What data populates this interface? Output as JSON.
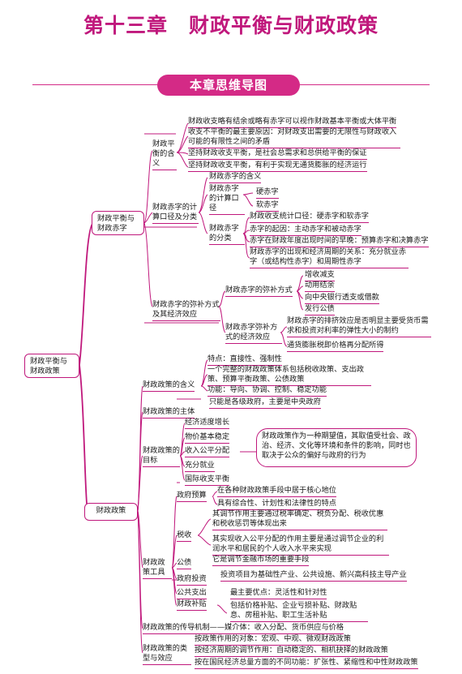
{
  "header": {
    "chapter_title": "第十三章　财政平衡与财政政策",
    "banner": "本章思维导图"
  },
  "root": "财政平衡与财政政策",
  "branch1": {
    "label": "财政平衡与财政赤字",
    "sec_def": {
      "label": "财政平衡的含义",
      "items": [
        "财政收支略有结余或略有赤字可以视作财政基本平衡或大体平衡",
        "收支不平衡的最主要原因：对财政支出需要的无限性与财政收入可能的有限性之间的矛盾",
        "坚持财政收支平衡，是社会总需求和总供给平衡的保证",
        "坚持财政收支平衡，有利于实现无通货膨胀的经济运行"
      ]
    },
    "sec_deficit": {
      "label": "财政赤字的计算口径及分类",
      "meaning": "财政赤字的含义",
      "caliber_label": "财政赤字的计算口径",
      "caliber_items": [
        "硬赤字",
        "软赤字"
      ],
      "class_label": "财政赤字的分类",
      "class_items": [
        "财政收支统计口径：硬赤字和软赤字",
        "赤字的起因：主动赤字和被动赤字",
        "赤字在财政年度出现时间的早晚：预算赤字和决算赤字",
        "财政赤字的出现和经济周期的关系：充分就业赤字（或结构性赤字）和周期性赤字"
      ]
    },
    "sec_make_up": {
      "label": "财政赤字的弥补方式及其经济效应",
      "ways_label": "财政赤字的弥补方式",
      "ways": [
        "增收减支",
        "动用结余",
        "向中央银行透支或借款",
        "发行公债"
      ],
      "effect_label": "财政赤字弥补方式的经济效应",
      "effects": [
        "财政赤字的排挤效应是否明显主要受货币需求和投资对利率的弹性大小的制约",
        "通货膨胀税即价格再分配所得"
      ]
    }
  },
  "branch2": {
    "label": "财政政策",
    "meaning": {
      "label": "财政政策的含义",
      "items": [
        "特点：直接性、强制性",
        "一个完整的财政政策体系包括税收政策、支出政策、预算平衡政策、公债政策",
        "功能：导向、协调、控制、稳定功能"
      ]
    },
    "subject": {
      "label": "财政政策的主体",
      "text": "只能是各级政府，主要是中央政府"
    },
    "goals": {
      "label": "财政政策的目标",
      "items": [
        "经济适度增长",
        "物价基本稳定",
        "收入公平分配",
        "充分就业",
        "国际收支平衡"
      ],
      "note": "财政政策作为一种期望值，其取值受社会、政治、经济、文化等环境和条件的影响，同时也取决于公众的偏好与政府的行为"
    },
    "tools": {
      "label": "财政政策工具",
      "budget": {
        "label": "政府预算",
        "items": [
          "在各种财政政策手段中居于核心地位",
          "具有综合性、计划性和法律性的特点"
        ]
      },
      "tax": {
        "label": "税收",
        "items": [
          "其调节作用主要通过税率确定、税负分配、税收优惠和税收惩罚等体现出来",
          "其实现收入公平分配的作用主要是通过调节企业的利润水平和居民的个人收入水平来实现"
        ]
      },
      "debt": {
        "label": "公债",
        "text": "它是调节金融市场的重要手段"
      },
      "invest": {
        "label": "政府投资",
        "text": "投资项目为基础性产业、公共设施、新兴高科技主导产业"
      },
      "spend": {
        "label": "公共支出",
        "text": "最主要优点：灵活性和针对性"
      },
      "subsidy": {
        "label": "财政补贴",
        "text": "包括价格补贴、企业亏损补贴、财政贴息、房租补贴、职工生活补贴"
      }
    },
    "transmission": "财政政策的传导机制——媒介体：收入分配、货币供应与价格",
    "types": {
      "label": "财政政策的类型与效应",
      "items": [
        "按政策作用的对象：宏观、中观、微观财政政策",
        "按经济周期的调节作用：自动稳定的、相机抉择的财政政策",
        "按在国民经济总量方面的不同功能：扩张性、紧缩性和中性财政政策"
      ]
    }
  },
  "colors": {
    "accent": "#c0187c",
    "banner": "#d42a86"
  }
}
